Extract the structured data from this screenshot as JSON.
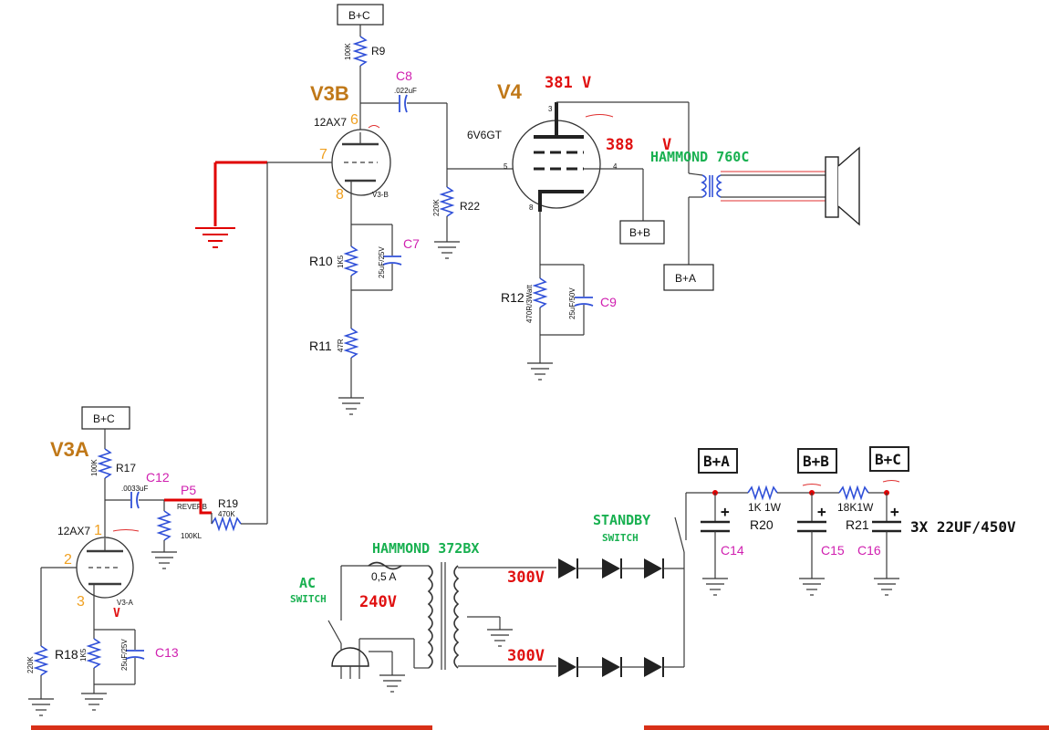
{
  "supply_labels": {
    "bc_r9": "B+C",
    "bc_r17": "B+C",
    "bb_v4": "B+B",
    "ba_out": "B+A",
    "ba_bank": "B+A",
    "bb_bank": "B+B",
    "bc_bank": "B+C"
  },
  "tubes": {
    "v3b_name": "V3B",
    "v3b_type": "12AX7",
    "v3b_sub": "V3-B",
    "v3a_name": "V3A",
    "v3a_type": "12AX7",
    "v3a_sub": "V3-A",
    "v4_name": "V4",
    "v4_type": "6V6GT"
  },
  "pins": {
    "v3b_plate": "6",
    "v3b_grid": "7",
    "v3b_cathode": "8",
    "v3a_plate": "1",
    "v3a_grid": "2",
    "v3a_cathode": "3",
    "v4_p3": "3",
    "v4_p4": "4",
    "v4_p5": "5",
    "v4_p8": "8"
  },
  "components": {
    "r9": "R9",
    "r9_val": "100K",
    "c8": "C8",
    "c8_val": ".022uF",
    "r22": "R22",
    "r22_val": "220K",
    "r10": "R10",
    "r10_val": "1K5",
    "c7": "C7",
    "c7_val": "25uF/25V",
    "r11": "R11",
    "r11_val": "47R",
    "r12": "R12",
    "r12_val": "470R/3Watt",
    "c9": "C9",
    "c9_val": "25uF/50V",
    "r17": "R17",
    "r17_val": "100K",
    "c12": "C12",
    "c12_val": ".0033uF",
    "p5": "P5",
    "p5_note": "REVERB",
    "p5_val": "100KL",
    "r19": "R19",
    "r19_val": "470K",
    "r18": "R18",
    "r18_val": "1K5",
    "rgrid_val": "220K",
    "c13": "C13",
    "c13_val": "25uF/25V",
    "r20": "R20",
    "r20_val": "1K 1W",
    "r21": "R21",
    "r21_val": "18K1W",
    "c14": "C14",
    "c15": "C15",
    "c16": "C16",
    "caps_note": "3X 22UF/450V"
  },
  "annotations": {
    "v381": "381 V",
    "v388": "388",
    "v_unit": "V",
    "v_small": "V",
    "hammond_out": "HAMMOND 760C",
    "hammond_pt": "HAMMOND 372BX",
    "fuse": "0,5 A",
    "v240": "240V",
    "v300a": "300V",
    "v300b": "300V",
    "ac": "AC",
    "ac_switch": "SWITCH",
    "standby": "STANDBY",
    "standby_switch": "SWITCH",
    "plus": "+"
  },
  "colors": {
    "wire": "#3a3a3a",
    "component": "#3050d8",
    "tube_label": "#c07818",
    "pin_number": "#f0a020",
    "cap_label": "#d020b0",
    "voltage": "#e01010",
    "transformer_label": "#18b050"
  }
}
